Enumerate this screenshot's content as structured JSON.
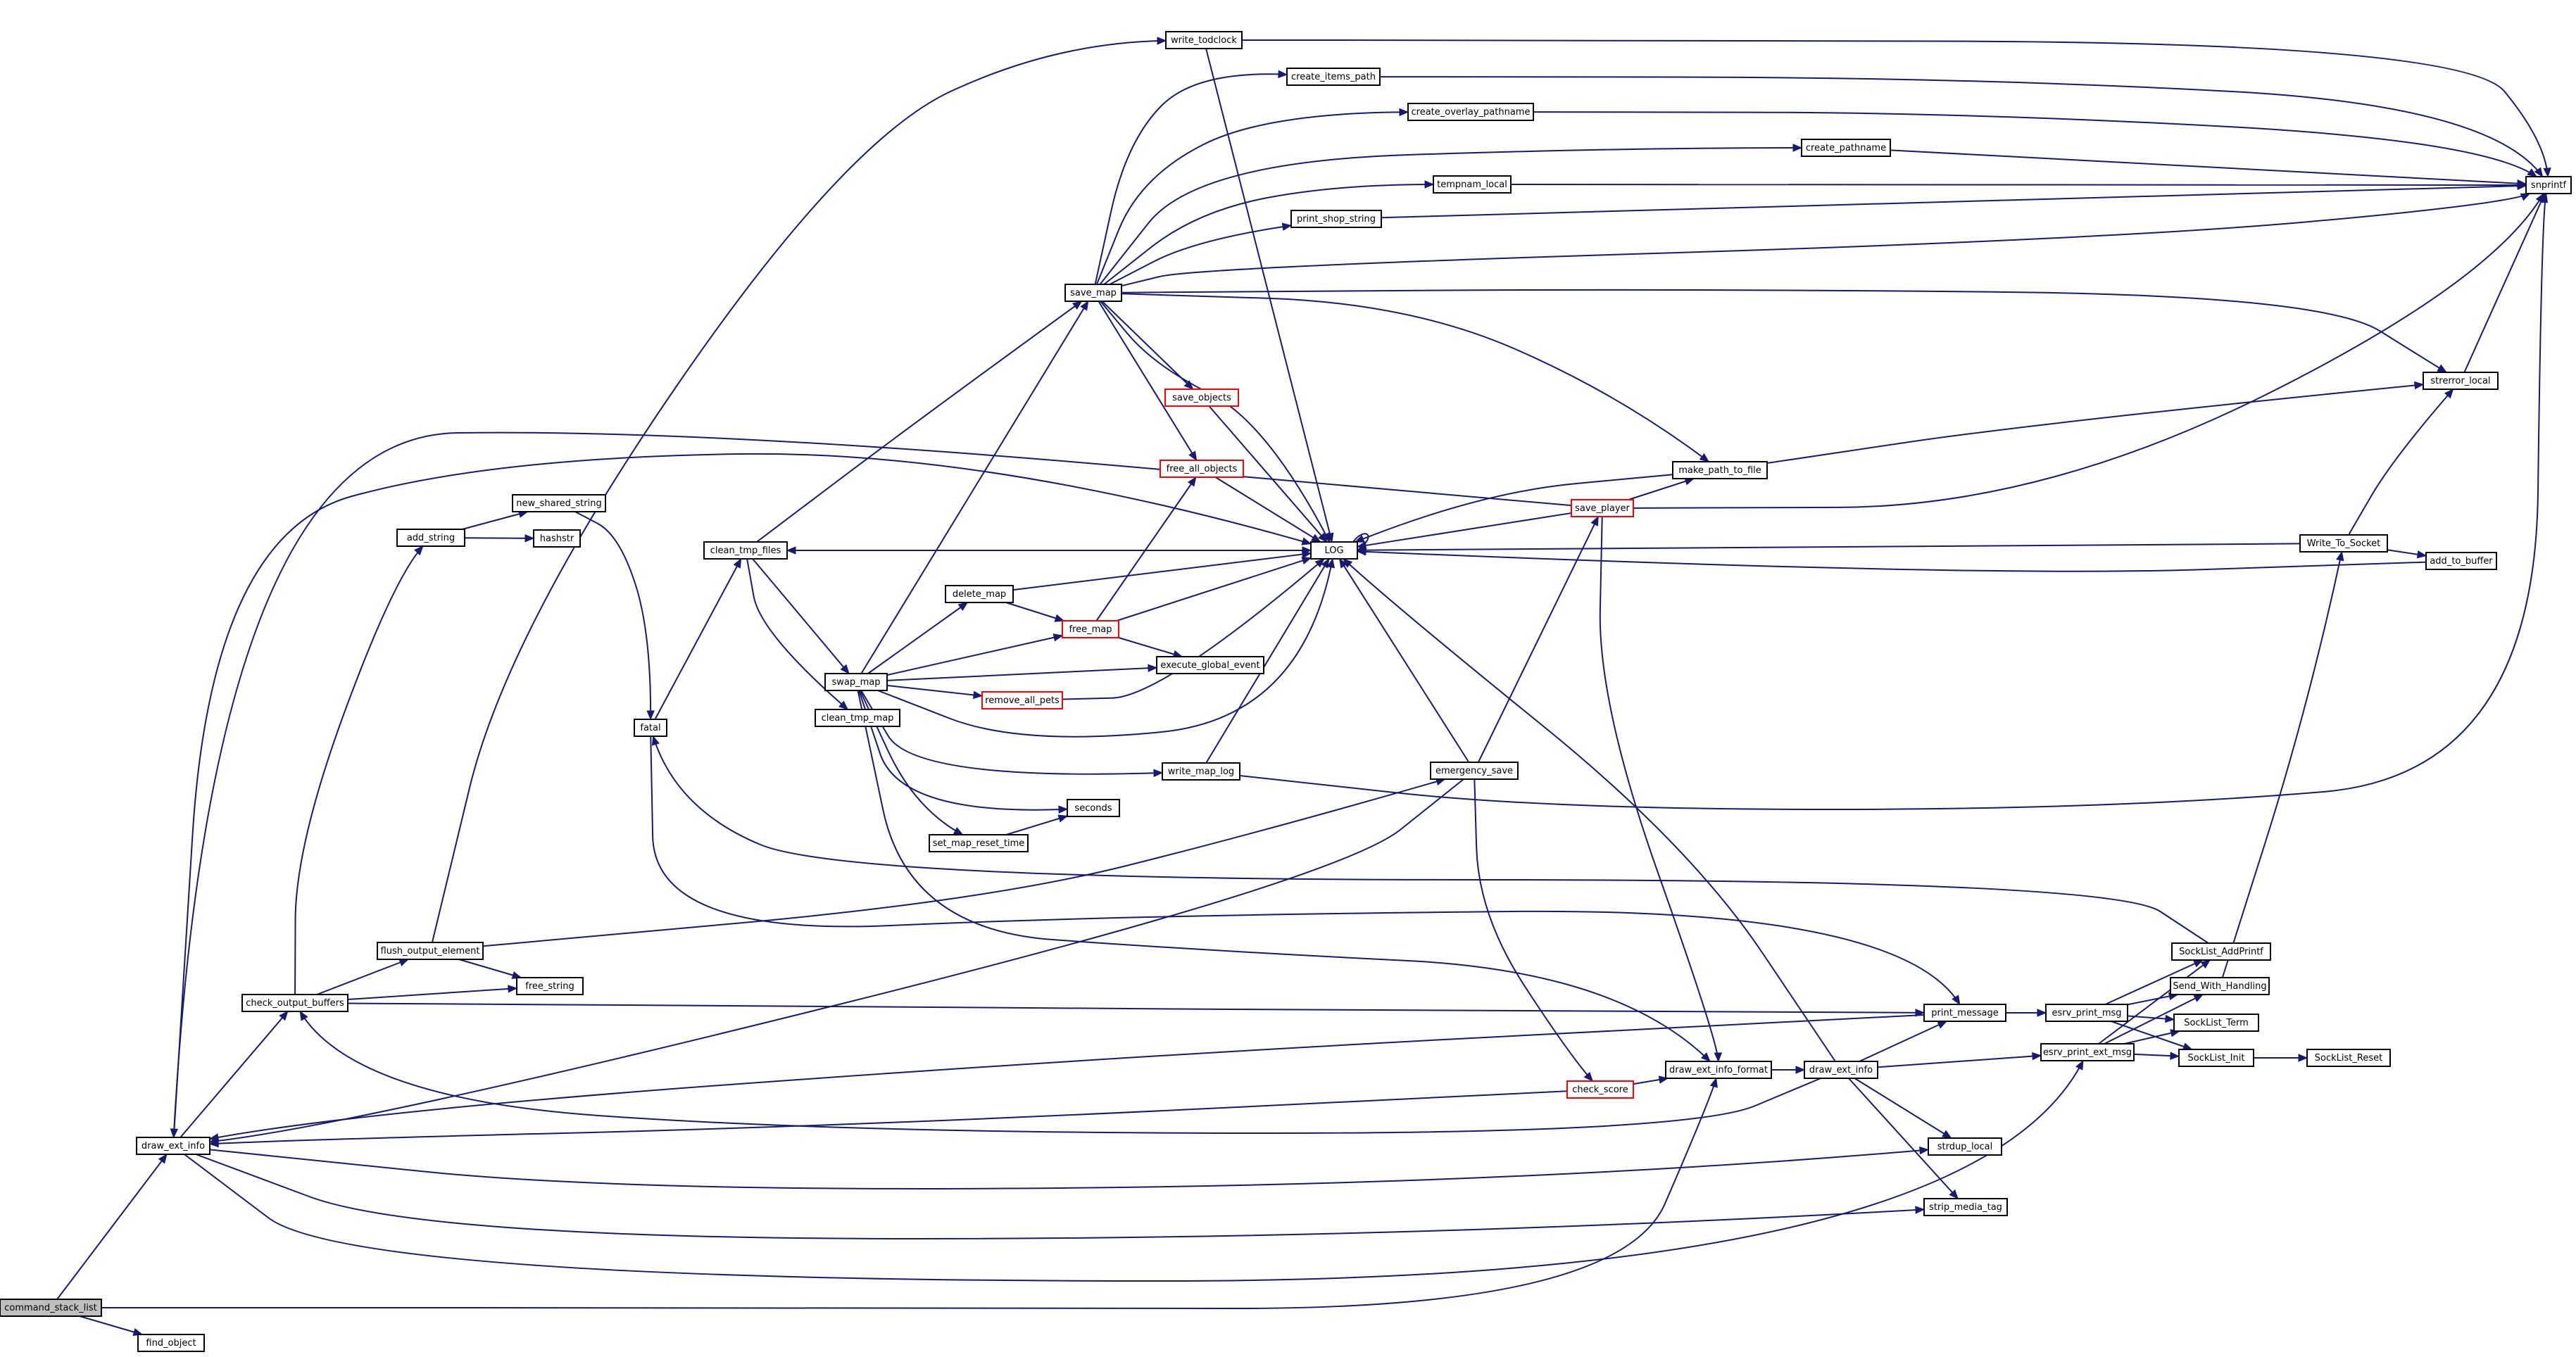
{
  "title": "command_stack_list call graph",
  "colors": {
    "edge": "#191970",
    "node_border": "#000000",
    "truncated_border": "#ff0000",
    "root_fill": "#bfbfbf",
    "background": "#ffffff"
  },
  "nodes": [
    {
      "id": "command_stack_list",
      "label": "command_stack_list",
      "root": true
    },
    {
      "id": "find_object",
      "label": "find_object"
    },
    {
      "id": "draw_ext_info_a",
      "label": "draw_ext_info"
    },
    {
      "id": "check_output_buffers",
      "label": "check_output_buffers"
    },
    {
      "id": "flush_output_element",
      "label": "flush_output_element"
    },
    {
      "id": "free_string",
      "label": "free_string"
    },
    {
      "id": "add_string",
      "label": "add_string"
    },
    {
      "id": "new_shared_string",
      "label": "new_shared_string"
    },
    {
      "id": "hashstr",
      "label": "hashstr"
    },
    {
      "id": "fatal",
      "label": "fatal"
    },
    {
      "id": "clean_tmp_files",
      "label": "clean_tmp_files"
    },
    {
      "id": "swap_map",
      "label": "swap_map"
    },
    {
      "id": "clean_tmp_map",
      "label": "clean_tmp_map"
    },
    {
      "id": "delete_map",
      "label": "delete_map"
    },
    {
      "id": "free_map",
      "label": "free_map",
      "truncated": true
    },
    {
      "id": "remove_all_pets",
      "label": "remove_all_pets",
      "truncated": true
    },
    {
      "id": "execute_global_event",
      "label": "execute_global_event"
    },
    {
      "id": "set_map_reset_time",
      "label": "set_map_reset_time"
    },
    {
      "id": "seconds",
      "label": "seconds"
    },
    {
      "id": "write_map_log",
      "label": "write_map_log"
    },
    {
      "id": "save_map",
      "label": "save_map"
    },
    {
      "id": "write_todclock",
      "label": "write_todclock"
    },
    {
      "id": "create_items_path",
      "label": "create_items_path"
    },
    {
      "id": "create_overlay_pathname",
      "label": "create_overlay_pathname"
    },
    {
      "id": "create_pathname",
      "label": "create_pathname"
    },
    {
      "id": "tempnam_local",
      "label": "tempnam_local"
    },
    {
      "id": "print_shop_string",
      "label": "print_shop_string"
    },
    {
      "id": "save_objects",
      "label": "save_objects",
      "truncated": true
    },
    {
      "id": "free_all_objects",
      "label": "free_all_objects",
      "truncated": true
    },
    {
      "id": "LOG",
      "label": "LOG"
    },
    {
      "id": "make_path_to_file",
      "label": "make_path_to_file"
    },
    {
      "id": "save_player",
      "label": "save_player",
      "truncated": true
    },
    {
      "id": "emergency_save",
      "label": "emergency_save"
    },
    {
      "id": "check_score",
      "label": "check_score",
      "truncated": true
    },
    {
      "id": "draw_ext_info_format",
      "label": "draw_ext_info_format"
    },
    {
      "id": "draw_ext_info_b",
      "label": "draw_ext_info"
    },
    {
      "id": "snprintf",
      "label": "snprintf"
    },
    {
      "id": "strerror_local",
      "label": "strerror_local"
    },
    {
      "id": "Write_To_Socket",
      "label": "Write_To_Socket"
    },
    {
      "id": "add_to_buffer",
      "label": "add_to_buffer"
    },
    {
      "id": "print_message",
      "label": "print_message"
    },
    {
      "id": "esrv_print_msg",
      "label": "esrv_print_msg"
    },
    {
      "id": "esrv_print_ext_msg",
      "label": "esrv_print_ext_msg"
    },
    {
      "id": "SockList_AddPrintf",
      "label": "SockList_AddPrintf"
    },
    {
      "id": "Send_With_Handling",
      "label": "Send_With_Handling"
    },
    {
      "id": "SockList_Term",
      "label": "SockList_Term"
    },
    {
      "id": "SockList_Init",
      "label": "SockList_Init"
    },
    {
      "id": "SockList_Reset",
      "label": "SockList_Reset"
    },
    {
      "id": "strdup_local",
      "label": "strdup_local"
    },
    {
      "id": "strip_media_tag",
      "label": "strip_media_tag"
    }
  ]
}
